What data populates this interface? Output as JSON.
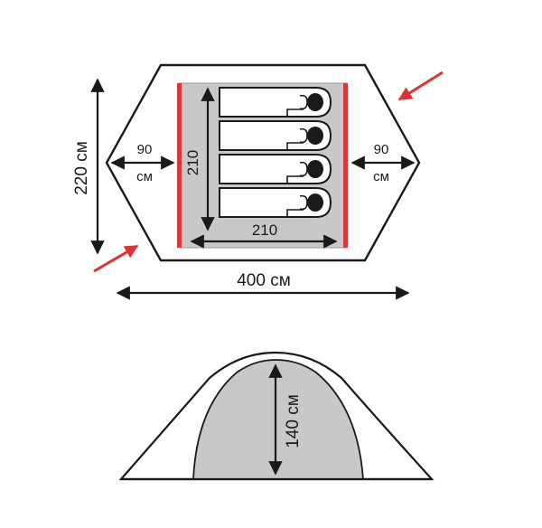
{
  "floor_plan": {
    "height_label": "220 см",
    "width_label": "400 см",
    "vestibule_left": {
      "value": "90",
      "unit": "см"
    },
    "vestibule_right": {
      "value": "90",
      "unit": "см"
    },
    "inner_length_label": "210",
    "inner_width_label": "210",
    "sleeping_places": 4,
    "entrance_arrows": 2
  },
  "side_view": {
    "height_label": "140 см"
  },
  "colors": {
    "outline": "#1a1a1a",
    "inner_floor": "#c8c8c8",
    "inner_wall": "#d83838",
    "entrance_arrow": "#e03030"
  }
}
